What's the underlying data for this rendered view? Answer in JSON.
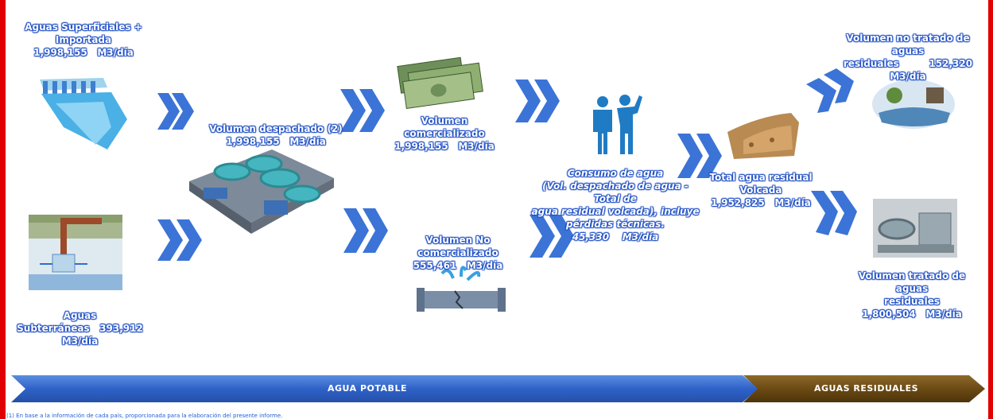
{
  "sources": {
    "surface": {
      "line1": "Aguas Superficiales +",
      "line2": "Importada",
      "value": "1,998,155",
      "unit": "M3/día"
    },
    "ground": {
      "label": "Aguas Subterráneas",
      "value": "393,912",
      "unit": "M3/día"
    }
  },
  "dispatched": {
    "label": "Volumen despachado (2)",
    "value": "1,998,155",
    "unit": "M3/día"
  },
  "commercialized": {
    "label": "Volumen comercializado",
    "value": "1,998,155",
    "unit": "M3/día"
  },
  "not_commercialized": {
    "label": "Volumen No comercializado",
    "value": "555,461",
    "unit": "M3/día"
  },
  "consumption": {
    "title": "Consumo de agua",
    "line1": "(Vol. despachado de agua - Total de",
    "line2": "agua residual volcada), incluye",
    "line3": "pérdidas técnicas.",
    "value": "45,330",
    "unit": "M3/día"
  },
  "wastewater_total": {
    "line1": "Total agua residual",
    "line2": "Volcada",
    "value": "1,952,825",
    "unit": "M3/día"
  },
  "untreated": {
    "line1": "Volumen no tratado de aguas",
    "line2": "residuales",
    "value": "152,320",
    "unit": "M3/día"
  },
  "treated": {
    "line1": "Volumen tratado de aguas",
    "line2": "residuales",
    "value": "1,800,504",
    "unit": "M3/día"
  },
  "bands": {
    "potable": "AGUA POTABLE",
    "residual": "AGUAS RESIDUALES"
  },
  "footnote": "(1) En base a la información de cada país, proporcionada para la elaboración del presente informe.",
  "colors": {
    "frame": "#e00000",
    "chevron": "#3b74d6",
    "label_outline": "#1f4fc4",
    "potable_band": "#2f62c8",
    "residual_band": "#6b4a14"
  }
}
